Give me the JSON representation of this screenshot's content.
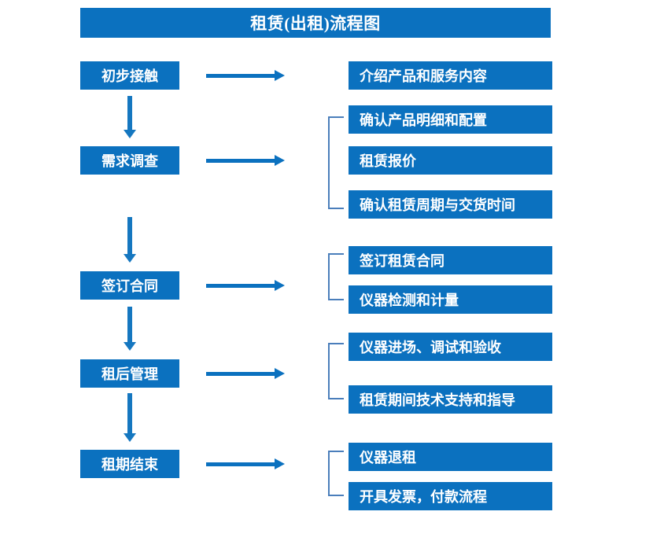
{
  "title": "租赁(出租)流程图",
  "theme": {
    "box_fill": "#0b71bf",
    "box_text": "#ffffff",
    "arrow": "#0b71bf",
    "vertical_arrow": "#1577c0",
    "bracket": "#4a7ebb",
    "background": "#ffffff"
  },
  "stages": [
    {
      "label": "初步接触"
    },
    {
      "label": "需求调查"
    },
    {
      "label": "签订合同"
    },
    {
      "label": "租后管理"
    },
    {
      "label": "租期结束"
    }
  ],
  "details": [
    {
      "label": "介绍产品和服务内容"
    },
    {
      "label": "确认产品明细和配置"
    },
    {
      "label": "租赁报价"
    },
    {
      "label": "确认租赁周期与交货时间"
    },
    {
      "label": "签订租赁合同"
    },
    {
      "label": "仪器检测和计量"
    },
    {
      "label": "仪器进场、调试和验收"
    },
    {
      "label": "租赁期间技术支持和指导"
    },
    {
      "label": "仪器退租"
    },
    {
      "label": "开具发票，付款流程"
    }
  ],
  "groups": [
    {
      "stage": "初步接触",
      "details": [
        "介绍产品和服务内容"
      ],
      "bracketed": false
    },
    {
      "stage": "需求调查",
      "details": [
        "确认产品明细和配置",
        "租赁报价",
        "确认租赁周期与交货时间"
      ],
      "bracketed": true
    },
    {
      "stage": "签订合同",
      "details": [
        "签订租赁合同",
        "仪器检测和计量"
      ],
      "bracketed": true
    },
    {
      "stage": "租后管理",
      "details": [
        "仪器进场、调试和验收",
        "租赁期间技术支持和指导"
      ],
      "bracketed": true
    },
    {
      "stage": "租期结束",
      "details": [
        "仪器退租",
        "开具发票，付款流程"
      ],
      "bracketed": true
    }
  ]
}
